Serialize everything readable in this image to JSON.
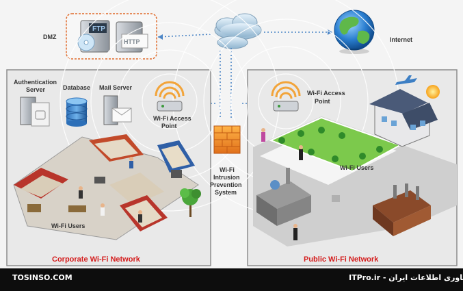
{
  "labels": {
    "dmz": "DMZ",
    "internet": "Internet",
    "auth_server": [
      "Authentication",
      "Server"
    ],
    "database": "Database",
    "mail_server": "Mail Server",
    "corp_ap": [
      "Wi-Fi Access",
      "Point"
    ],
    "public_ap": [
      "Wi-Fi Access",
      "Point"
    ],
    "ips": [
      "Wi-Fi",
      "Intrusion",
      "Prevention",
      "System"
    ],
    "corp_users": "Wi-Fi Users",
    "public_users": "Wi-Fi Users",
    "corp_network": "Corporate Wi-Fi Network",
    "public_network": "Public Wi-Fi Network",
    "ftp": "FTP",
    "http": "HTTP"
  },
  "footer": {
    "left": "TOSINSO.COM",
    "right": "انجمن تخصصی فناوری اطلاعات ایران - ITPro.ir"
  },
  "colors": {
    "panel_bg": "#e9e9e9",
    "panel_border": "#8d8d8d",
    "accent_red": "#d41c1c",
    "dmz_border": "#e06a2a",
    "link_blue": "#4d86c6",
    "page_bg": "#0d0d0d"
  }
}
